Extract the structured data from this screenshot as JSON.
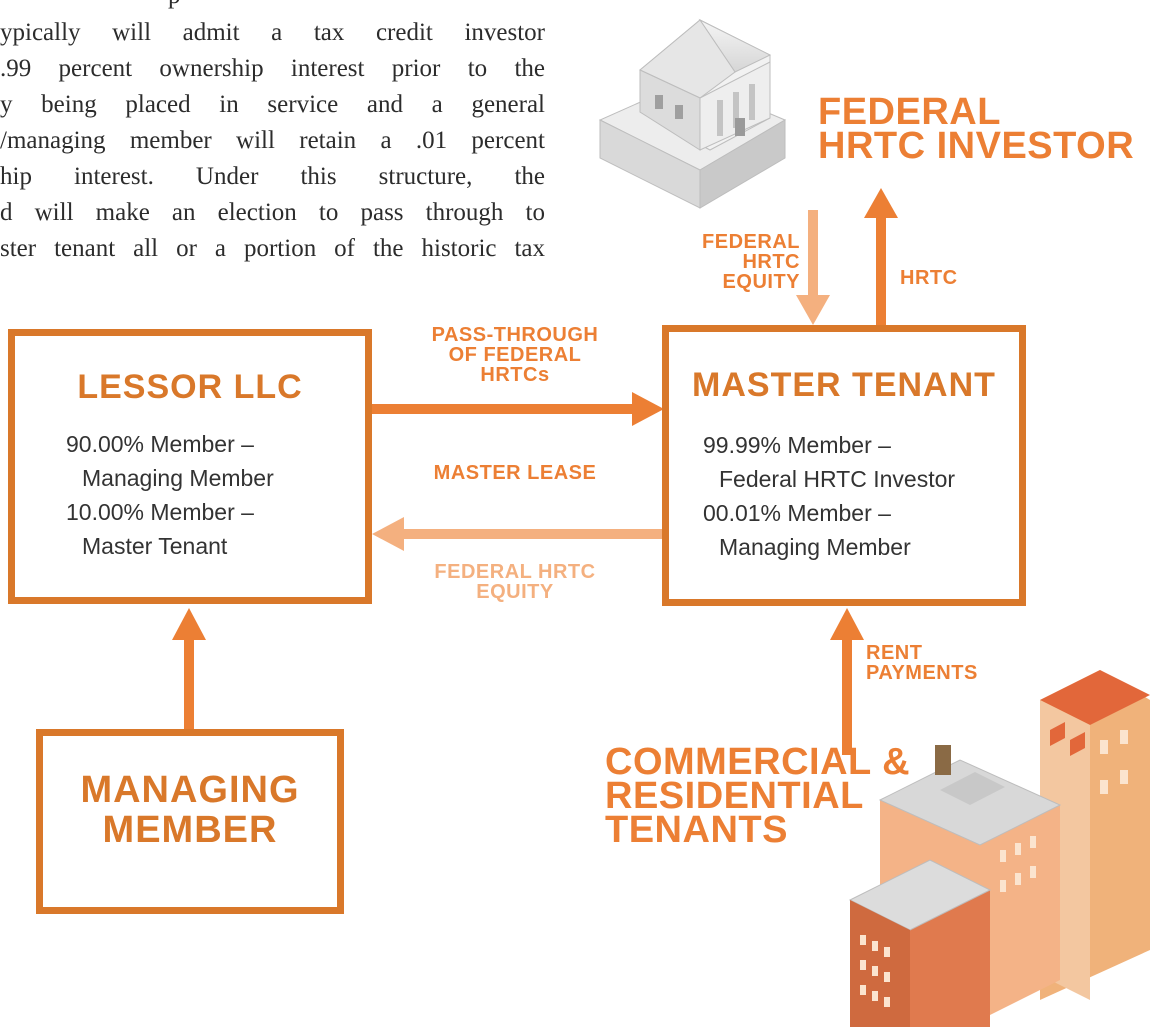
{
  "intro_text": {
    "lines": [
      "p",
      "ypically will admit a tax credit investor",
      ".99 percent ownership interest prior to the",
      "y being placed in service and a general",
      "/managing member will retain a .01 percent",
      "hip interest. Under this structure, the",
      "d will make an election to pass through to",
      "ster tenant all or a portion of the historic tax"
    ]
  },
  "investor": {
    "lines": [
      "FEDERAL",
      "HRTC INVESTOR"
    ]
  },
  "equity_down": {
    "lines": [
      "FEDERAL",
      "HRTC",
      "EQUITY"
    ]
  },
  "hrtc_up": {
    "label": "HRTC"
  },
  "lessor": {
    "title": "LESSOR LLC",
    "lines": [
      "90.00% Member –",
      "Managing Member",
      "10.00% Member –",
      "Master Tenant"
    ]
  },
  "master_tenant": {
    "title": "MASTER TENANT",
    "lines": [
      "99.99% Member –",
      "Federal HRTC Investor",
      "00.01% Member –",
      "Managing Member"
    ]
  },
  "pass_through": {
    "lines": [
      "PASS-THROUGH",
      "OF FEDERAL",
      "HRTCs"
    ]
  },
  "master_lease": {
    "label": "MASTER LEASE"
  },
  "equity_left": {
    "lines": [
      "FEDERAL HRTC",
      "EQUITY"
    ]
  },
  "managing_member": {
    "lines": [
      "MANAGING",
      "MEMBER"
    ]
  },
  "rent": {
    "lines": [
      "RENT",
      "PAYMENTS"
    ]
  },
  "tenants": {
    "lines": [
      "COMMERCIAL &",
      "RESIDENTIAL",
      "TENANTS"
    ]
  },
  "colors": {
    "accent_dark": "#d9782a",
    "accent": "#ec7f34",
    "accent_light": "#f4b07f",
    "text": "#333333"
  }
}
